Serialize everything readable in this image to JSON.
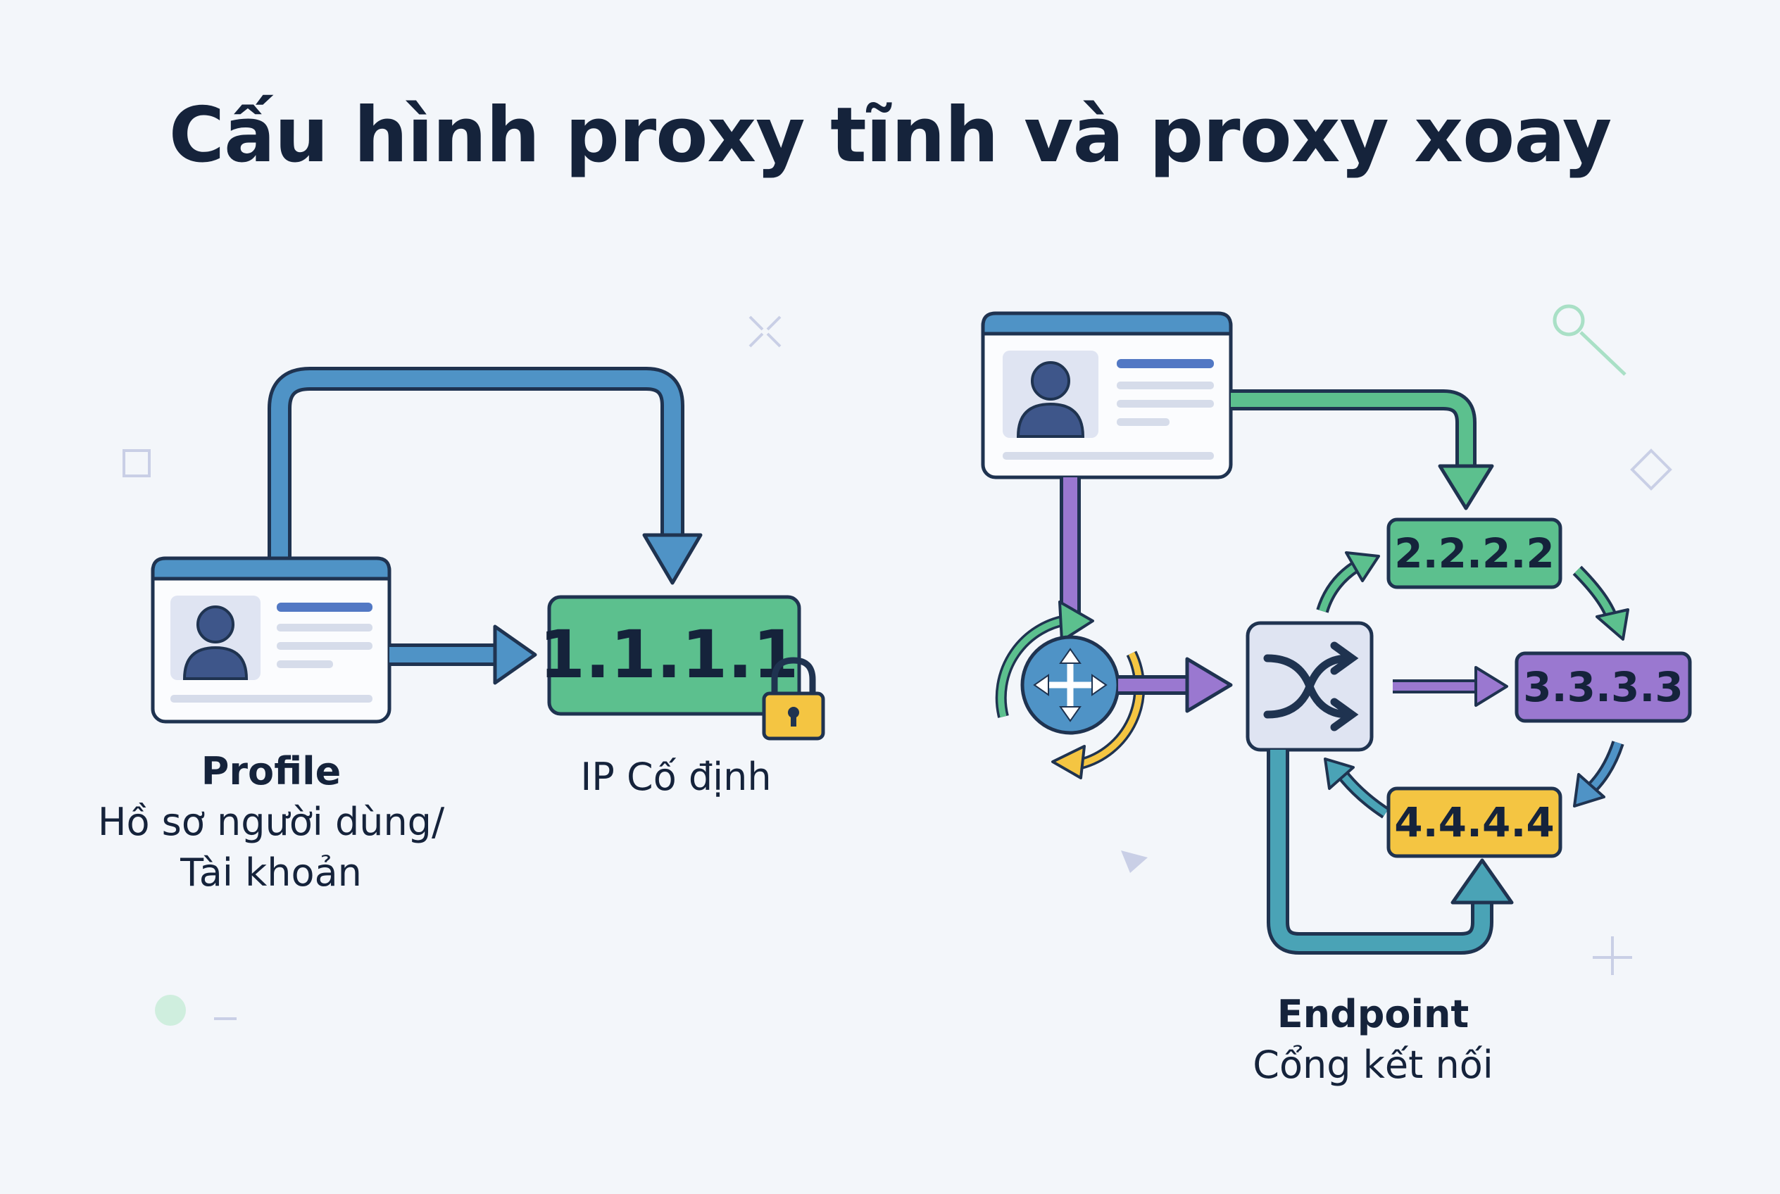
{
  "title": "Cấu hình proxy tĩnh và proxy xoay",
  "static": {
    "profile_title": "Profile",
    "profile_desc_line1": "Hồ sơ người dùng/",
    "profile_desc_line2": "Tài khoản",
    "ip": "1.1.1.1",
    "ip_caption": "IP Cố định"
  },
  "rotating": {
    "ips": [
      "2.2.2.2",
      "3.3.3.3",
      "4.4.4.4"
    ],
    "endpoint_title": "Endpoint",
    "endpoint_desc": "Cổng kết nối"
  },
  "icons": {
    "profile_card": "user-profile-card-icon",
    "lock": "padlock-icon",
    "router": "router-arrows-icon",
    "shuffle": "shuffle-icon"
  },
  "colors": {
    "background": "#f3f6fa",
    "text": "#15233b",
    "blue": "#4f93c6",
    "green": "#5cc08e",
    "purple": "#9a78d0",
    "yellow": "#f4c542",
    "teal": "#4aa3b6"
  }
}
